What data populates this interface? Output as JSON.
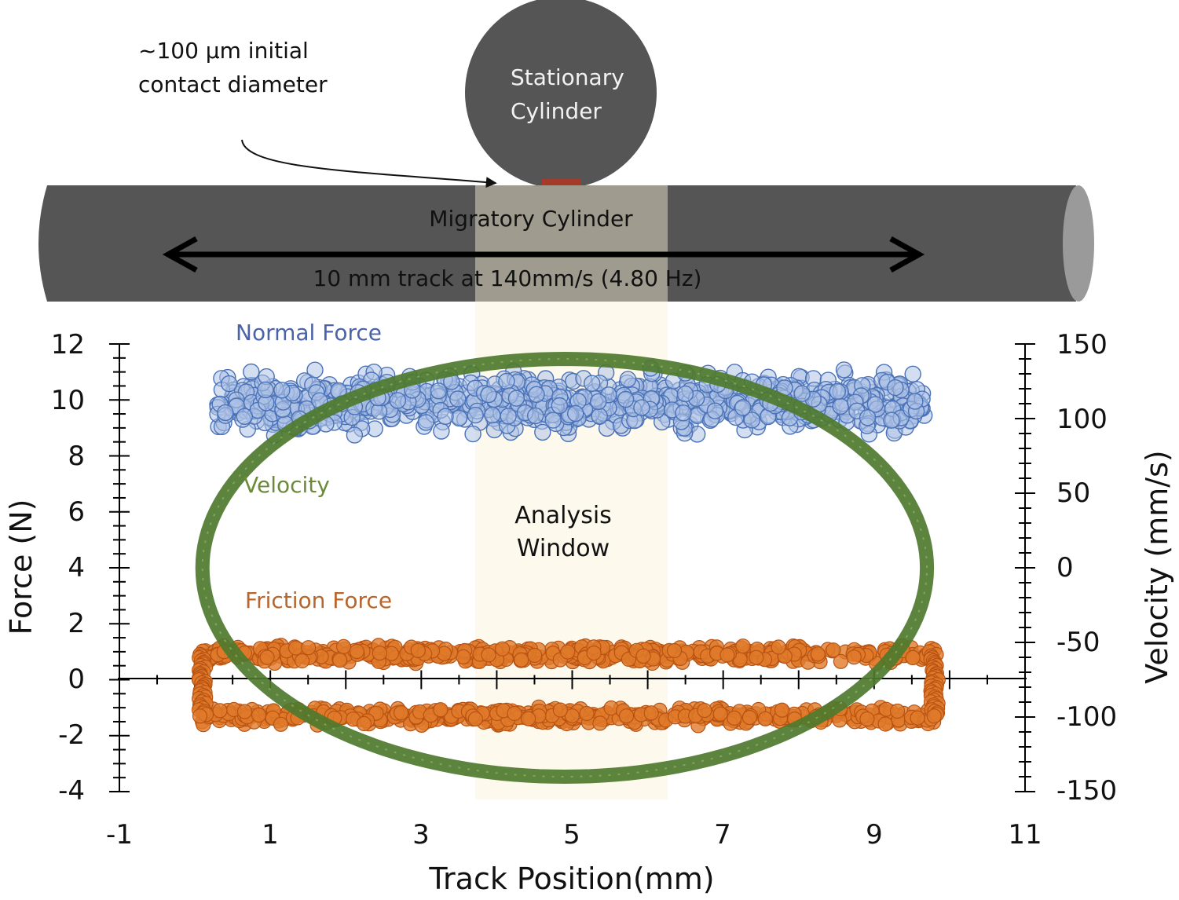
{
  "diagram": {
    "contact_annotation_line1": "~100 µm initial",
    "contact_annotation_line2": "contact diameter",
    "stationary_label_line1": "Stationary",
    "stationary_label_line2": "Cylinder",
    "migratory_label": "Migratory Cylinder",
    "track_label": "10 mm track at 140mm/s (4.80 Hz)",
    "colors": {
      "cylinder": "#555555",
      "contact": "#a33a2a",
      "window": "#fdf2d6"
    }
  },
  "analysis_window": {
    "label_line1": "Analysis",
    "label_line2": "Window",
    "x_range": [
      3.7,
      6.3
    ]
  },
  "chart_data": {
    "type": "scatter",
    "xlabel": "Track Position(mm)",
    "ylabel_left": "Force (N)",
    "ylabel_right": "Velocity (mm/s)",
    "xlim": [
      -1,
      11
    ],
    "ylim_left": [
      -4,
      12
    ],
    "ylim_right": [
      -150,
      150
    ],
    "x_ticks": [
      "-1",
      "1",
      "3",
      "5",
      "7",
      "9",
      "11"
    ],
    "y_ticks_left": [
      "12",
      "10",
      "8",
      "6",
      "4",
      "2",
      "0",
      "-2",
      "-4"
    ],
    "y_ticks_right": [
      "150",
      "100",
      "50",
      "0",
      "-50",
      "-100",
      "-150"
    ],
    "series": [
      {
        "name": "Normal Force",
        "axis": "left",
        "color": "#4a72b8",
        "x_range": [
          0.3,
          9.7
        ],
        "y_center": 9.9,
        "y_spread": 0.9
      },
      {
        "name": "Velocity",
        "axis": "right",
        "color": "#4e7a2e",
        "x_center": 4.9,
        "x_amplitude": 4.8,
        "y_amplitude": 140
      },
      {
        "name": "Friction Force",
        "axis": "left",
        "color": "#c8621c",
        "x_range": [
          0.0,
          9.9
        ],
        "upper_y": 0.9,
        "lower_y": -1.3,
        "y_spread": 0.35
      }
    ]
  }
}
